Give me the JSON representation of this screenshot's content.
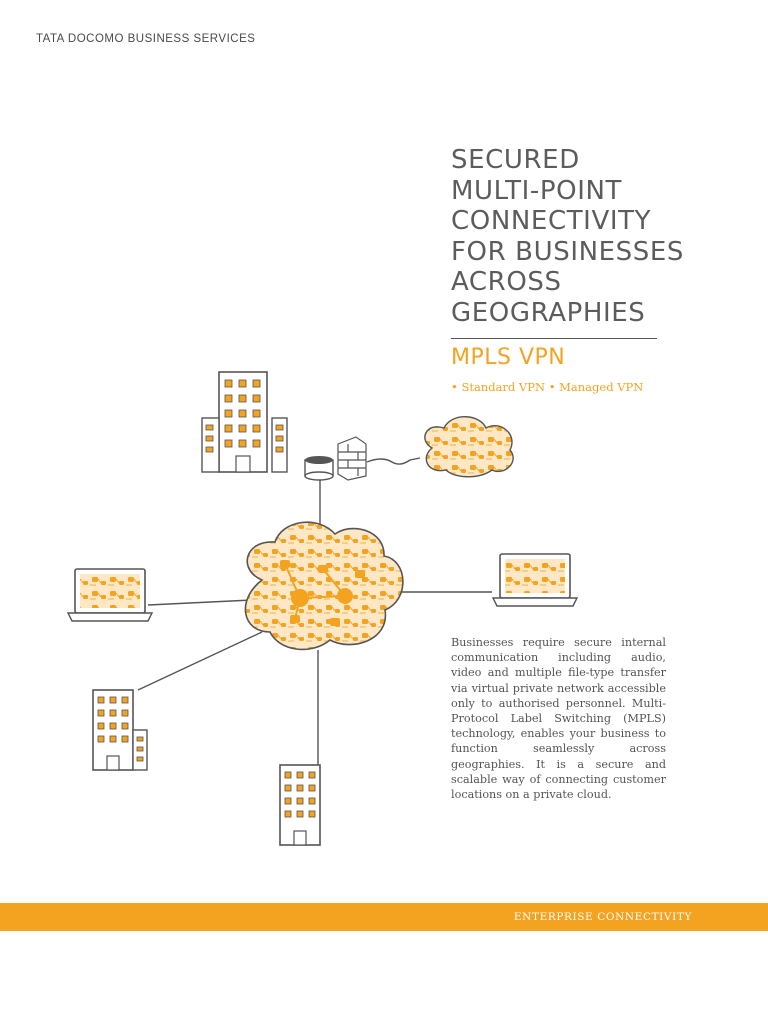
{
  "header": {
    "company": "TATA DOCOMO BUSINESS SERVICES"
  },
  "hero": {
    "title_lines": [
      "SECURED",
      "MULTI-POINT",
      "CONNECTIVITY",
      "FOR BUSINESSES",
      "ACROSS",
      "GEOGRAPHIES"
    ],
    "product": "MPLS VPN",
    "variants": "• Standard VPN • Managed VPN"
  },
  "description": "Businesses require secure internal communication including audio, video and multiple file-type transfer via virtual private network accessible only to authorised personnel. Multi-Protocol Label Switching (MPLS) technology, enables your business to function seamlessly across geographies. It is a secure and scalable way of connecting customer locations on a private cloud.",
  "footer": {
    "label": "ENTERPRISE CONNECTIVITY"
  },
  "colors": {
    "accent": "#f4a321",
    "text": "#5a5a5a",
    "line": "#555555"
  },
  "diagram": {
    "icons": [
      "building-icon",
      "building-icon",
      "building-icon",
      "database-icon",
      "firewall-icon",
      "private-cloud-icon",
      "internet-cloud-icon",
      "laptop-icon",
      "laptop-icon"
    ]
  }
}
